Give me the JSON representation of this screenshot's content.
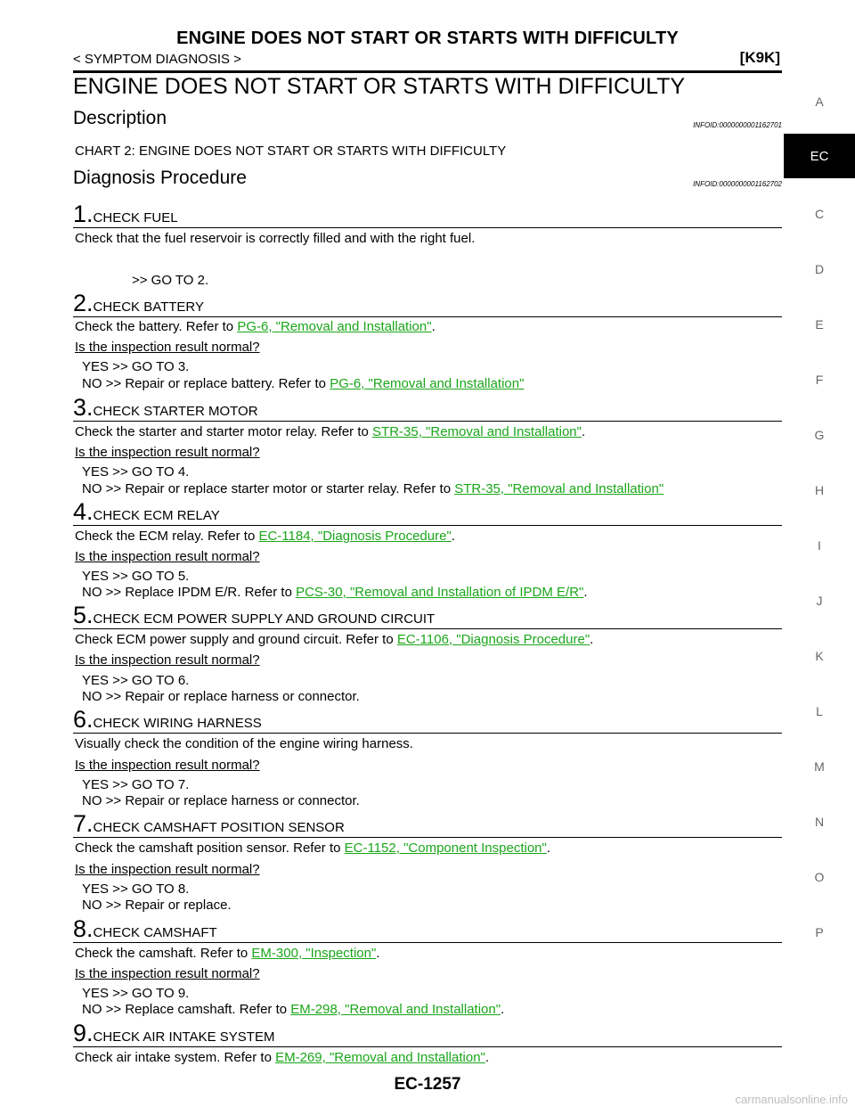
{
  "header": {
    "title": "ENGINE DOES NOT START OR STARTS WITH DIFFICULTY",
    "breadcrumb": "< SYMPTOM DIAGNOSIS >",
    "model_code": "[K9K]"
  },
  "main_heading": "ENGINE DOES NOT START OR STARTS WITH DIFFICULTY",
  "description": {
    "heading": "Description",
    "infoid": "INFOID:0000000001162701",
    "text": "CHART 2: ENGINE DOES NOT START OR STARTS WITH DIFFICULTY"
  },
  "diagnosis": {
    "heading": "Diagnosis Procedure",
    "infoid": "INFOID:0000000001162702"
  },
  "steps": [
    {
      "num": "1.",
      "title": "CHECK FUEL",
      "body": "Check that the fuel reservoir is correctly filled and with the right fuel.",
      "go": ">> GO TO 2."
    },
    {
      "num": "2.",
      "title": "CHECK BATTERY",
      "body_pre": "Check the battery. Refer to ",
      "link": "PG-6, \"Removal and Installation\"",
      "body_post": ".",
      "question": "Is the inspection result normal?",
      "yes": "YES     >> GO TO 3.",
      "no_pre": "NO       >> Repair or replace battery. Refer to ",
      "no_link": "PG-6, \"Removal and Installation\"",
      "no_post": ""
    },
    {
      "num": "3.",
      "title": "CHECK STARTER MOTOR",
      "body_pre": "Check the starter and starter motor relay. Refer to ",
      "link": "STR-35, \"Removal and Installation\"",
      "body_post": ".",
      "question": "Is the inspection result normal?",
      "yes": "YES     >> GO TO 4.",
      "no_pre": "NO       >> Repair or replace starter motor or starter relay. Refer to ",
      "no_link": "STR-35, \"Removal and Installation\"",
      "no_post": ""
    },
    {
      "num": "4.",
      "title": "CHECK ECM RELAY",
      "body_pre": "Check the ECM relay. Refer to ",
      "link": "EC-1184, \"Diagnosis Procedure\"",
      "body_post": ".",
      "question": "Is the inspection result normal?",
      "yes": "YES     >> GO TO 5.",
      "no_pre": "NO       >> Replace IPDM E/R. Refer to ",
      "no_link": "PCS-30, \"Removal and Installation of IPDM E/R\"",
      "no_post": "."
    },
    {
      "num": "5.",
      "title": "CHECK ECM POWER SUPPLY AND GROUND CIRCUIT",
      "body_pre": "Check ECM power supply and ground circuit. Refer to ",
      "link": "EC-1106, \"Diagnosis Procedure\"",
      "body_post": ".",
      "question": "Is the inspection result normal?",
      "yes": "YES     >> GO TO 6.",
      "no": "NO       >> Repair or replace harness or connector."
    },
    {
      "num": "6.",
      "title": "CHECK WIRING HARNESS",
      "body": "Visually check the condition of the engine wiring harness.",
      "question": "Is the inspection result normal?",
      "yes": "YES     >> GO TO 7.",
      "no": "NO       >> Repair or replace harness or connector."
    },
    {
      "num": "7.",
      "title": "CHECK CAMSHAFT POSITION SENSOR",
      "body_pre": "Check the camshaft position sensor. Refer to ",
      "link": "EC-1152, \"Component Inspection\"",
      "body_post": ".",
      "question": "Is the inspection result normal?",
      "yes": "YES     >> GO TO 8.",
      "no": "NO       >> Repair or replace."
    },
    {
      "num": "8.",
      "title": "CHECK CAMSHAFT",
      "body_pre": "Check the camshaft. Refer to ",
      "link": "EM-300, \"Inspection\"",
      "body_post": ".",
      "question": "Is the inspection result normal?",
      "yes": "YES     >> GO TO 9.",
      "no_pre": "NO       >> Replace camshaft. Refer to ",
      "no_link": "EM-298, \"Removal and Installation\"",
      "no_post": "."
    },
    {
      "num": "9.",
      "title": "CHECK AIR INTAKE SYSTEM",
      "body_pre": "Check air intake system. Refer to ",
      "link": "EM-269, \"Removal and Installation\"",
      "body_post": "."
    }
  ],
  "side_index": {
    "letters": [
      "A",
      "EC",
      "C",
      "D",
      "E",
      "F",
      "G",
      "H",
      "I",
      "J",
      "K",
      "L",
      "M",
      "N",
      "O",
      "P"
    ],
    "active": "EC"
  },
  "footer": {
    "page": "EC-1257",
    "watermark": "carmanualsonline.info"
  }
}
